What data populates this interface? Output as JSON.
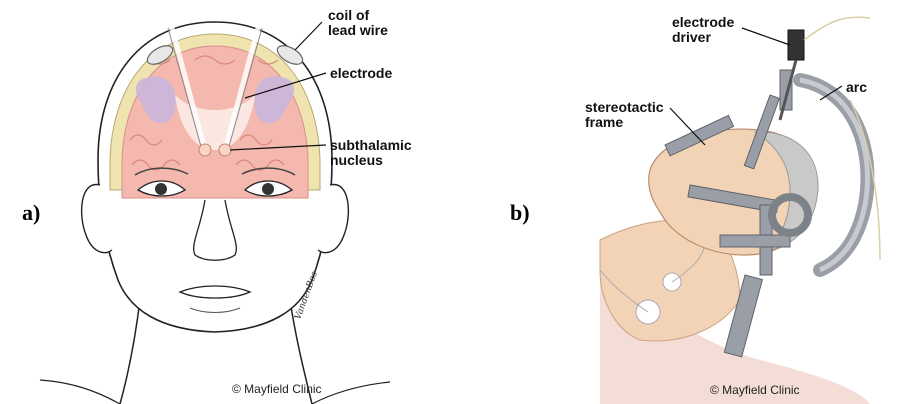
{
  "panels": {
    "a": {
      "label": "a)",
      "labels": {
        "coil": "coil of\nlead wire",
        "electrode": "electrode",
        "nucleus": "subthalamic\nnucleus"
      },
      "credit": "© Mayfield Clinic",
      "signature": "VandenBos"
    },
    "b": {
      "label": "b)",
      "labels": {
        "driver": "electrode\ndriver",
        "frame": "stereotactic\nframe",
        "arc": "arc"
      },
      "credit": "© Mayfield Clinic"
    }
  },
  "colors": {
    "brain_pink": "#f4b8ae",
    "brain_lavender": "#c9b6dc",
    "skull_cream": "#efe4b0",
    "skin": "#f3d3b5",
    "frame_gray": "#9a9ea6",
    "hair": "#c9c9c9"
  }
}
